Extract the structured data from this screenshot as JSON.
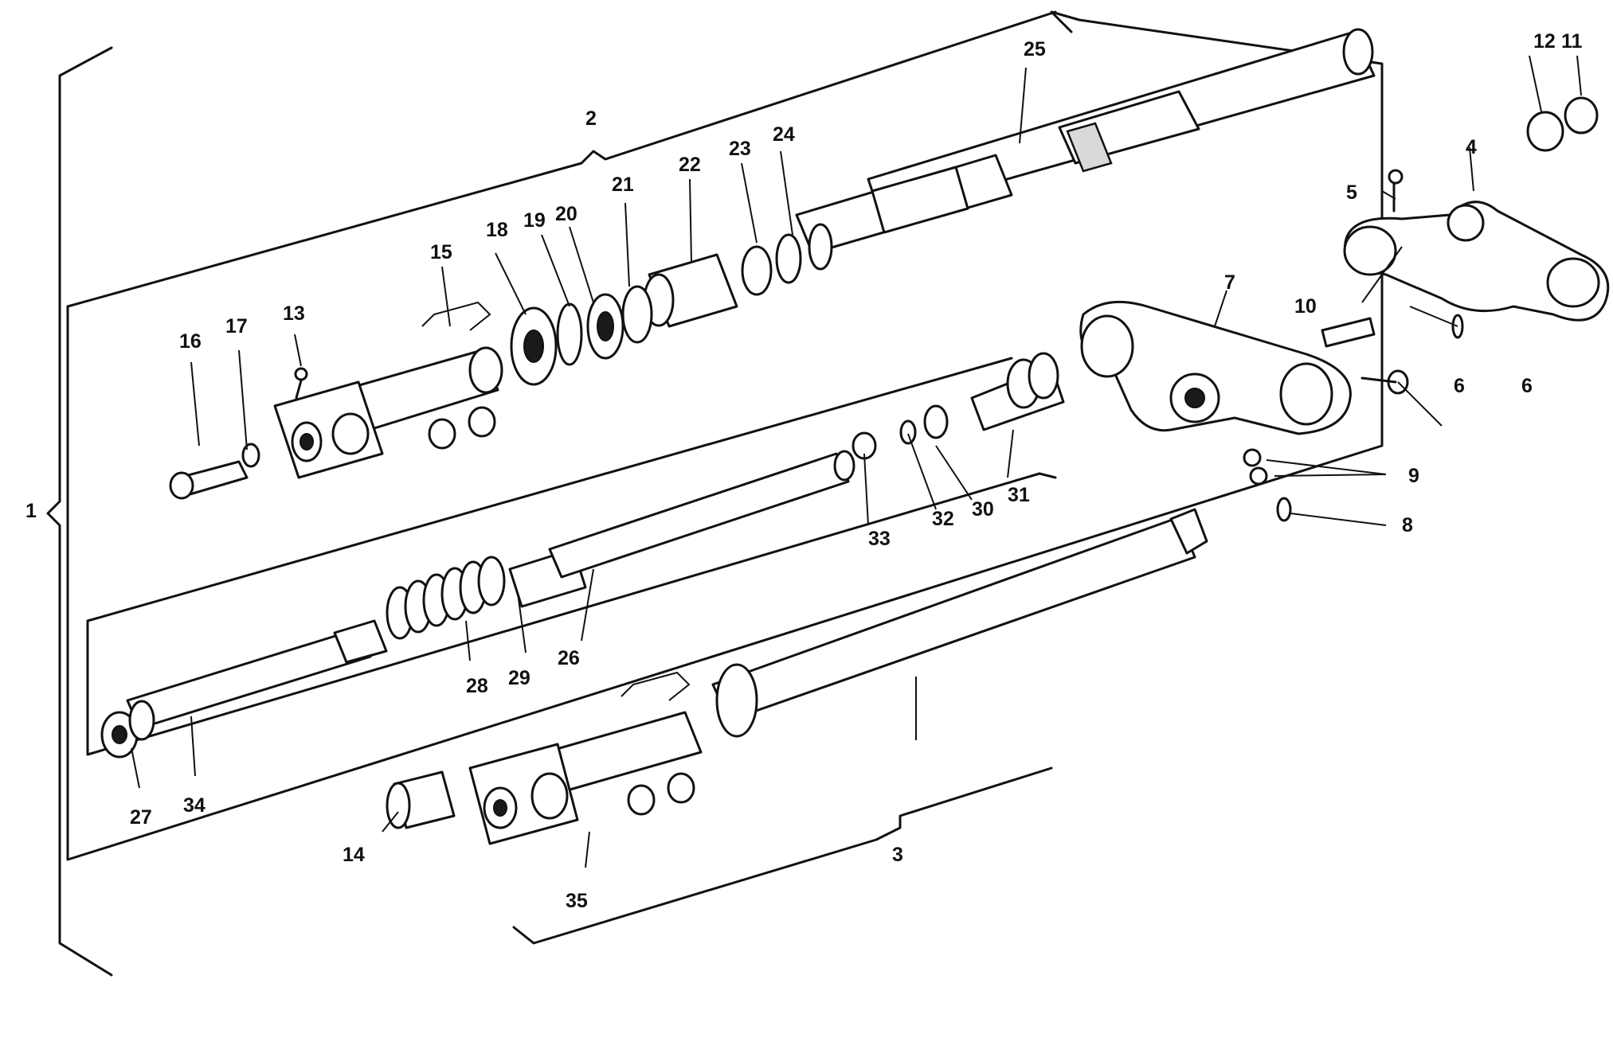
{
  "diagram": {
    "callouts": [
      "1",
      "2",
      "3",
      "4",
      "5",
      "6",
      "6",
      "7",
      "8",
      "9",
      "10",
      "11",
      "12",
      "13",
      "14",
      "15",
      "16",
      "17",
      "18",
      "19",
      "20",
      "21",
      "22",
      "23",
      "24",
      "25",
      "26",
      "27",
      "28",
      "29",
      "30",
      "31",
      "32",
      "33",
      "34",
      "35"
    ]
  }
}
